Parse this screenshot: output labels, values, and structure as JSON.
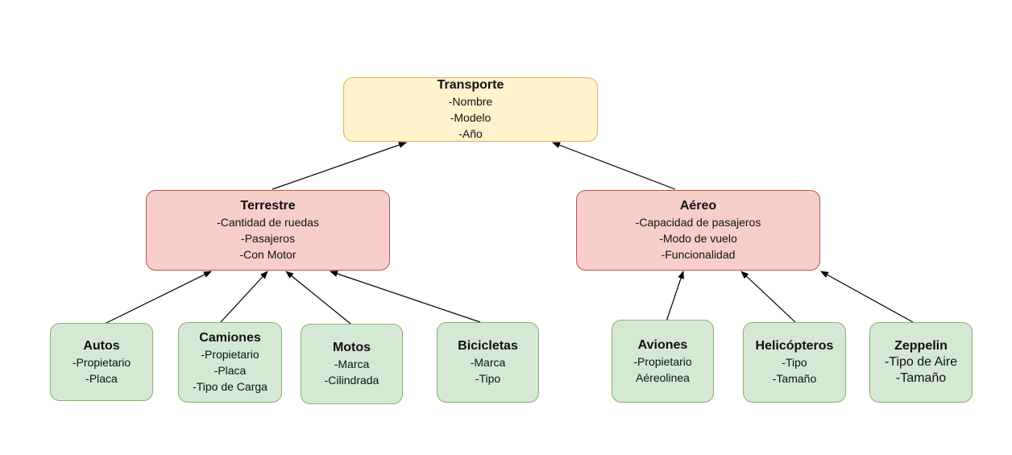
{
  "nodes": {
    "transporte": {
      "title": "Transporte",
      "attrs": [
        "-Nombre",
        "-Modelo",
        "-Año"
      ]
    },
    "terrestre": {
      "title": "Terrestre",
      "attrs": [
        "-Cantidad de ruedas",
        "-Pasajeros",
        "-Con Motor"
      ]
    },
    "aereo": {
      "title": "Aéreo",
      "attrs": [
        "-Capacidad de pasajeros",
        "-Modo de vuelo",
        "-Funcionalidad"
      ]
    },
    "autos": {
      "title": "Autos",
      "attrs": [
        "-Propietario",
        "-Placa"
      ]
    },
    "camiones": {
      "title": "Camiones",
      "attrs": [
        "-Propietario",
        "-Placa",
        "-Tipo de Carga"
      ]
    },
    "motos": {
      "title": "Motos",
      "attrs": [
        "-Marca",
        "-Cilindrada"
      ]
    },
    "bicicletas": {
      "title": "Bicicletas",
      "attrs": [
        "-Marca",
        "-Tipo"
      ]
    },
    "aviones": {
      "title": "Aviones",
      "attrs": [
        "-Propietario",
        "Aéreolinea"
      ]
    },
    "helicopteros": {
      "title": "Helicópteros",
      "attrs": [
        "-Tipo",
        "-Tamaño"
      ]
    },
    "zeppelin": {
      "title": "Zeppelin",
      "attrs": [
        "-Tipo de Aire",
        "-Tamaño"
      ]
    }
  },
  "colors": {
    "root_fill": "#fff2cc",
    "root_stroke": "#d6b656",
    "mid_fill": "#f8cecc",
    "mid_stroke": "#b85450",
    "leaf_fill": "#d5e8d4",
    "leaf_stroke": "#82b366"
  },
  "edges": [
    {
      "from": "terrestre",
      "to": "transporte"
    },
    {
      "from": "aereo",
      "to": "transporte"
    },
    {
      "from": "autos",
      "to": "terrestre"
    },
    {
      "from": "camiones",
      "to": "terrestre"
    },
    {
      "from": "motos",
      "to": "terrestre"
    },
    {
      "from": "bicicletas",
      "to": "terrestre"
    },
    {
      "from": "aviones",
      "to": "aereo"
    },
    {
      "from": "helicopteros",
      "to": "aereo"
    },
    {
      "from": "zeppelin",
      "to": "aereo"
    }
  ]
}
